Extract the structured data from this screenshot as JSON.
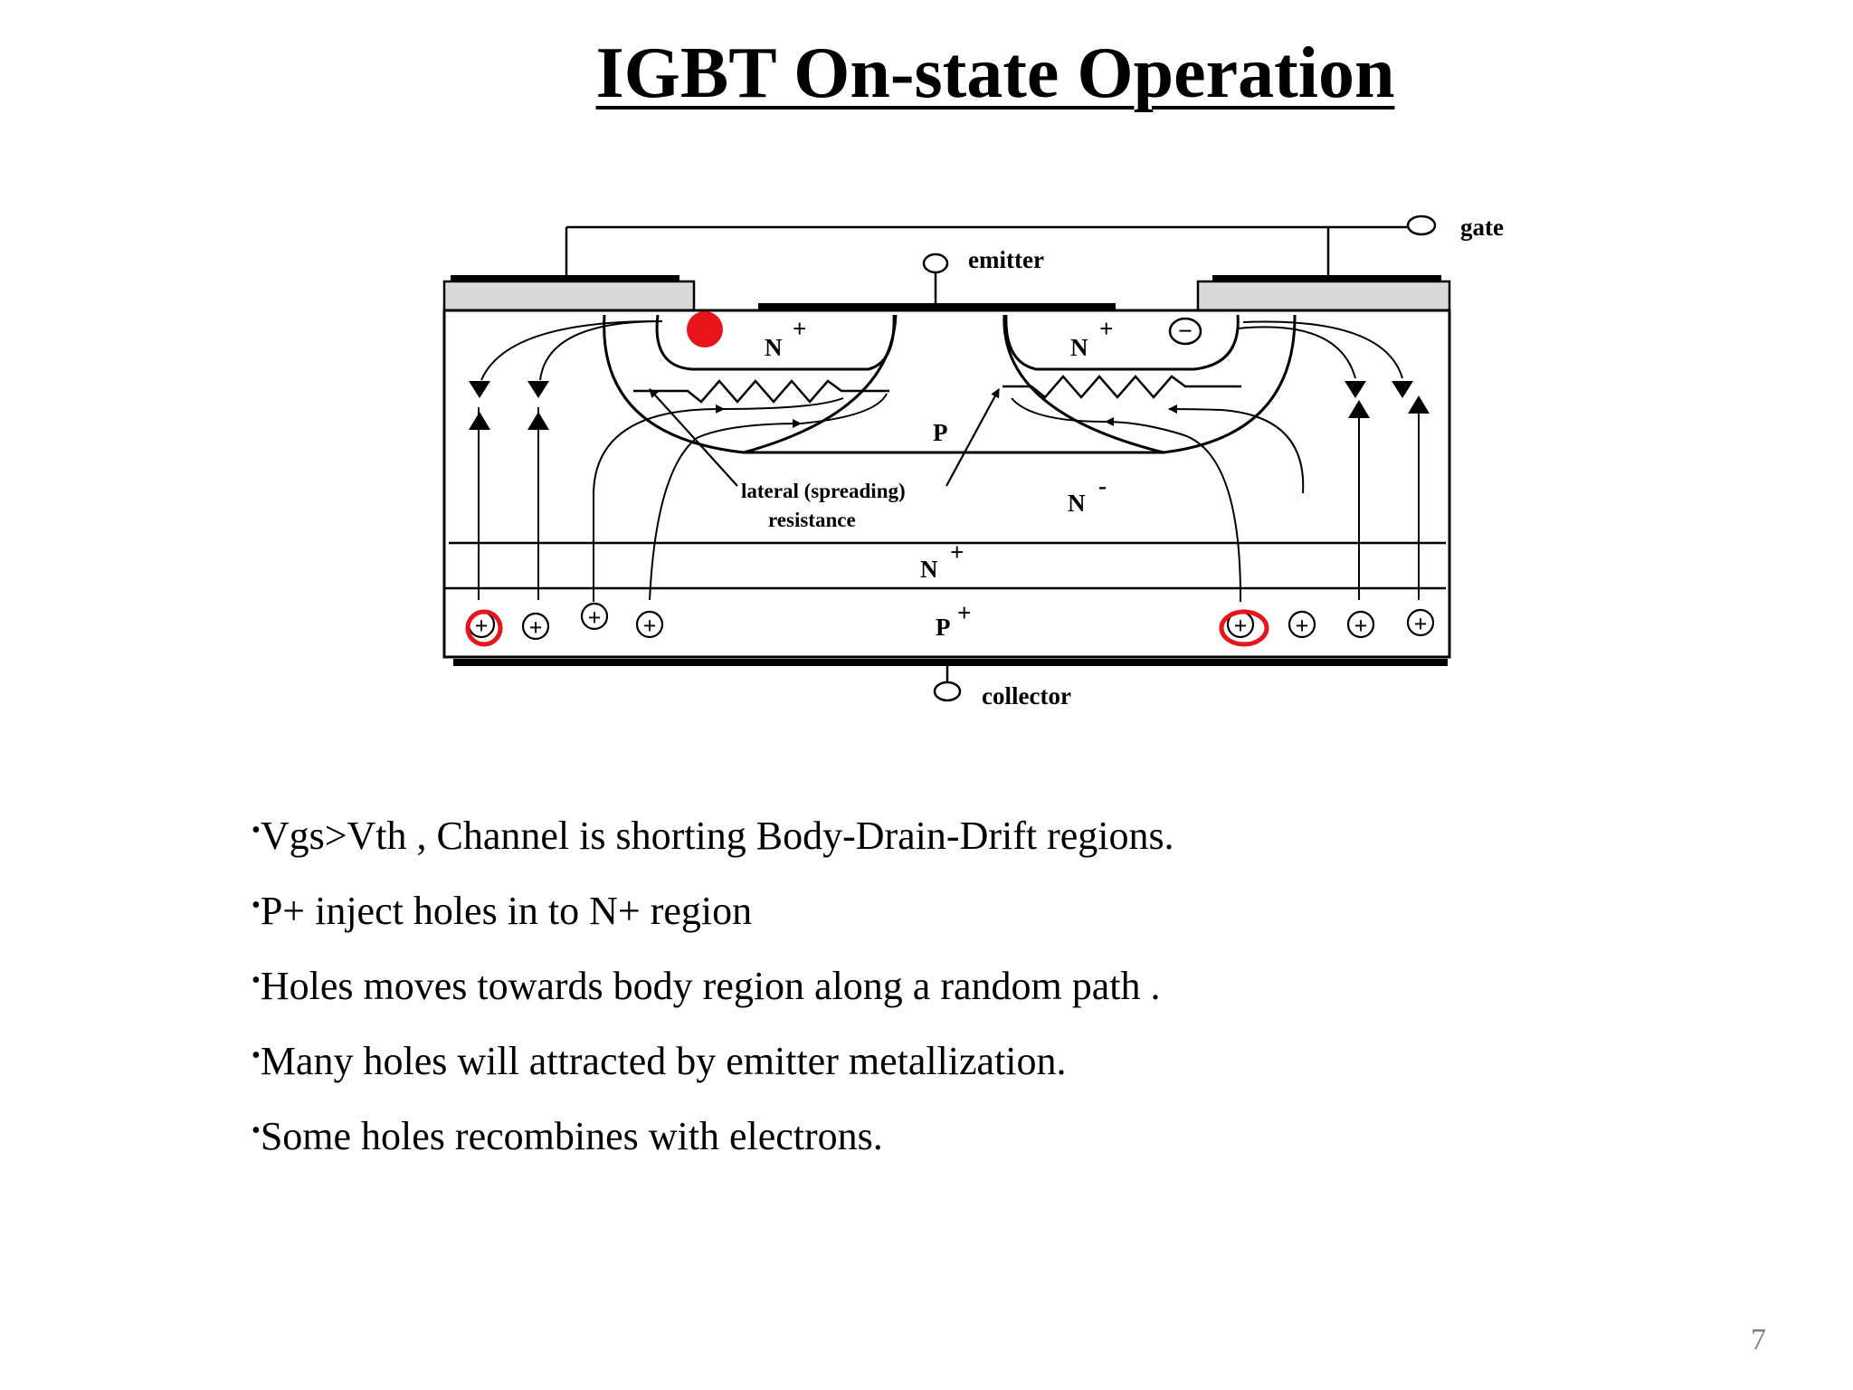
{
  "slide": {
    "title": "IGBT On-state Operation",
    "page_number": "7"
  },
  "diagram": {
    "terminals": {
      "gate": "gate",
      "emitter": "emitter",
      "collector": "collector"
    },
    "regions": {
      "n_plus_left": "N",
      "n_plus_right": "N",
      "p_body": "P",
      "n_minus_drift": "N",
      "n_plus_buffer": "N",
      "p_plus_collector": "P",
      "plus_superscript": "+",
      "minus_superscript": "-"
    },
    "annotation_line1": "lateral (spreading)",
    "annotation_line2": "resistance",
    "hole_symbol": "+",
    "electron_symbol": "−",
    "highlight_color": "#e8141a"
  },
  "bullets": [
    "Vgs>Vth , Channel  is shorting Body-Drain-Drift regions.",
    "P+ inject holes in to N+ region",
    "Holes moves towards body region along a random path .",
    "Many holes will attracted by emitter metallization.",
    "Some holes recombines with electrons."
  ],
  "bullet_marker": "•"
}
